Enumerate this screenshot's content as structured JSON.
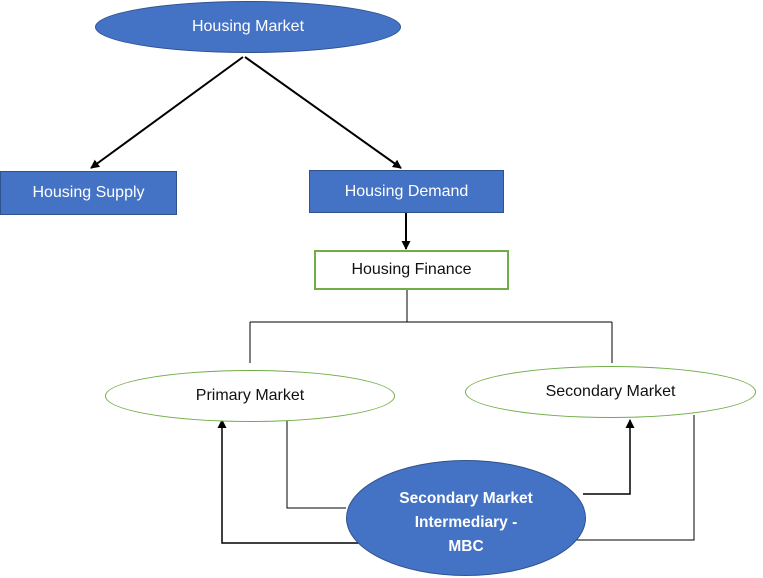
{
  "diagram": {
    "root": {
      "label": "Housing Market"
    },
    "supply": {
      "label": "Housing Supply"
    },
    "demand": {
      "label": "Housing Demand"
    },
    "finance": {
      "label": "Housing Finance"
    },
    "primary": {
      "label": "Primary Market"
    },
    "secondary": {
      "label": "Secondary Market"
    },
    "intermediary": {
      "lines": [
        "Secondary Market",
        "Intermediary -",
        "MBC"
      ]
    }
  },
  "colors": {
    "fill_blue": "#4472c4",
    "fill_blue_border": "#2f528f",
    "outline_green": "#70ad47",
    "line": "#000000"
  }
}
